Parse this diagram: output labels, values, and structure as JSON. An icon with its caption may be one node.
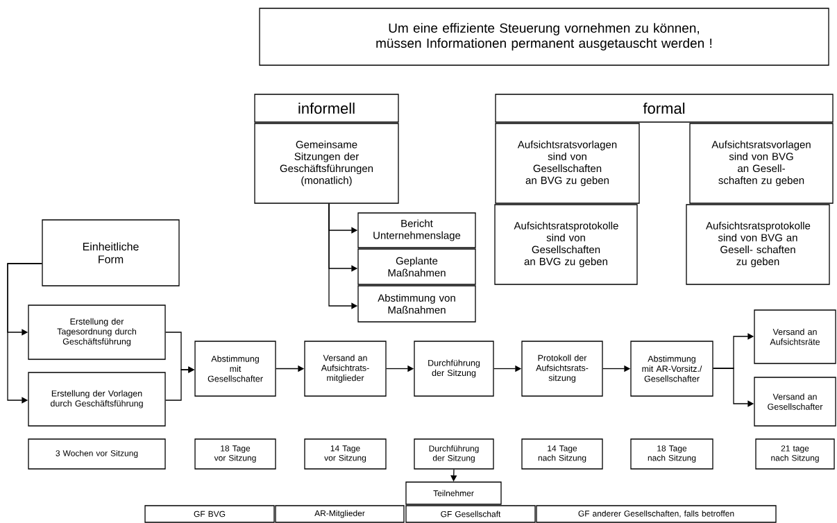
{
  "diagram": {
    "nodes": [
      {
        "text": [
          "Um eine effiziente Steuerung vornehmen zu können, müssen Informationen permanent ausgetauscht werden !"
        ]
      },
      {
        "text": [
          "informell"
        ]
      },
      {
        "text": [
          "Gemeinsame Sitzungen der Geschäftsführungen (monatlich)"
        ]
      },
      {
        "text": [
          "Bericht Unternehmenslage"
        ]
      },
      {
        "text": [
          "Geplante Maßnahmen"
        ]
      },
      {
        "text": [
          "Abstimmung von Maßnahmen"
        ]
      },
      {
        "text": [
          "formal"
        ]
      },
      {
        "text": [
          "Aufsichtsratsvorlagen sind von Gesellschaften an BVG zu geben"
        ]
      },
      {
        "text": [
          "Aufsichtsratsvorlagen sind von BVG an Gesell- schaften zu geben"
        ]
      },
      {
        "text": [
          "Aufsichtsratsprotokolle sind von Gesellschaften an BVG zu geben"
        ]
      },
      {
        "text": [
          "Aufsichtsratsprotokolle sind von BVG an Gesell- schaften zu geben"
        ]
      },
      {
        "text": [
          "Einheitliche Form"
        ]
      },
      {
        "text": [
          "Erstellung der Tagesordnung durch Geschäftsführung"
        ]
      },
      {
        "text": [
          "Erstellung der Vorlagen durch Geschäftsführung"
        ]
      },
      {
        "text": [
          "Abstimmung mit Gesellschafter"
        ]
      },
      {
        "text": [
          "Versand an Aufsichtrats- mitglieder"
        ]
      },
      {
        "text": [
          "Durchführung der Sitzung"
        ]
      },
      {
        "text": [
          "Protokoll der Aufsichtsrats- sitzung"
        ]
      },
      {
        "text": [
          "Abstimmung mit AR-Vorsitz./ Gesellschafter"
        ]
      },
      {
        "text": [
          "Versand an Aufsichtsräte"
        ]
      },
      {
        "text": [
          "Versand an Gesellschafter"
        ]
      },
      {
        "text": [
          "3 Wochen vor Sitzung"
        ]
      },
      {
        "text": [
          "18 Tage vor Sitzung"
        ]
      },
      {
        "text": [
          "14 Tage vor Sitzung"
        ]
      },
      {
        "text": [
          "Durchführung der Sitzung"
        ]
      },
      {
        "text": [
          "14 Tage nach Sitzung"
        ]
      },
      {
        "text": [
          "18 Tage nach Sitzung"
        ]
      },
      {
        "text": [
          "21 tage nach Sitzung"
        ]
      },
      {
        "text": [
          "Teilnehmer"
        ]
      },
      {
        "text": [
          "GF BVG"
        ]
      },
      {
        "text": [
          "AR-Mitglieder"
        ]
      },
      {
        "text": [
          "GF Gesellschaft"
        ]
      },
      {
        "text": [
          "GF anderer Gesellschaften, falls betroffen"
        ]
      }
    ],
    "edges": [
      {
        "from": 2,
        "to": 3,
        "arrow": "to"
      },
      {
        "from": 2,
        "to": 4,
        "arrow": "to"
      },
      {
        "from": 2,
        "to": 5,
        "arrow": "to"
      },
      {
        "from": 11,
        "to": 12,
        "arrow": "to"
      },
      {
        "from": 11,
        "to": 13,
        "arrow": "to"
      },
      {
        "from": 12,
        "to": 14,
        "arrow": "to"
      },
      {
        "from": 13,
        "to": 14,
        "arrow": "to"
      },
      {
        "from": 14,
        "to": 15,
        "arrow": "to"
      },
      {
        "from": 15,
        "to": 16,
        "arrow": "to"
      },
      {
        "from": 16,
        "to": 17,
        "arrow": "to"
      },
      {
        "from": 17,
        "to": 18,
        "arrow": "to"
      },
      {
        "from": 18,
        "to": 19,
        "arrow": "to"
      },
      {
        "from": 18,
        "to": 20,
        "arrow": "to"
      },
      {
        "from": 24,
        "to": 28,
        "arrow": "to"
      }
    ]
  }
}
